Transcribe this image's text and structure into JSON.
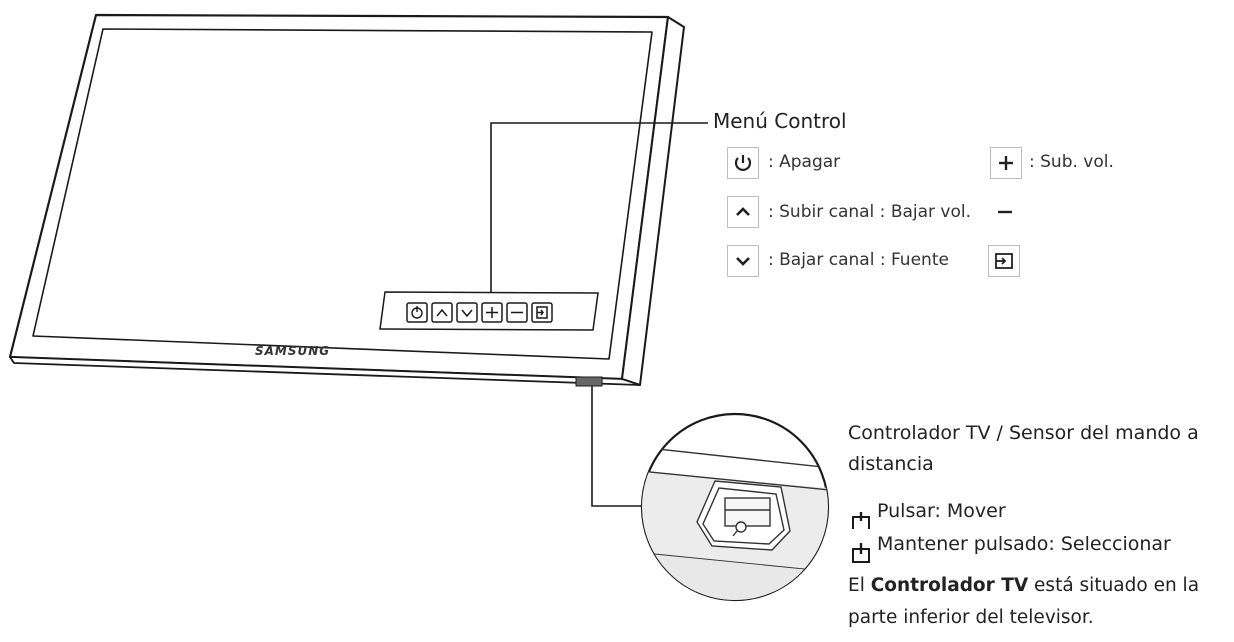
{
  "brand_label": "SAMSUNG",
  "menu_control": {
    "title": "Menú Control",
    "items": [
      {
        "icon": "power-icon",
        "label": ": Apagar"
      },
      {
        "icon": "plus-icon",
        "label": ": Sub. vol."
      },
      {
        "icon": "chevron-up-icon",
        "label": ": Subir canal : Bajar vol."
      },
      {
        "icon": "chevron-down-icon",
        "label": ": Bajar canal : Fuente"
      },
      {
        "icon": "minus-icon",
        "label": ""
      },
      {
        "icon": "source-icon",
        "label": ""
      }
    ]
  },
  "controller": {
    "title": "Controlador TV / Sensor del mando a distancia",
    "press": "Pulsar: Mover",
    "hold": "Mantener pulsado: Seleccionar",
    "note_prefix": "El",
    "note_bold": "Controlador TV",
    "note_suffix": "está situado en la parte inferior del televisor."
  },
  "colors": {
    "line": "#1a1a1a",
    "key_border": "#bdbdbd",
    "text": "#222222"
  }
}
